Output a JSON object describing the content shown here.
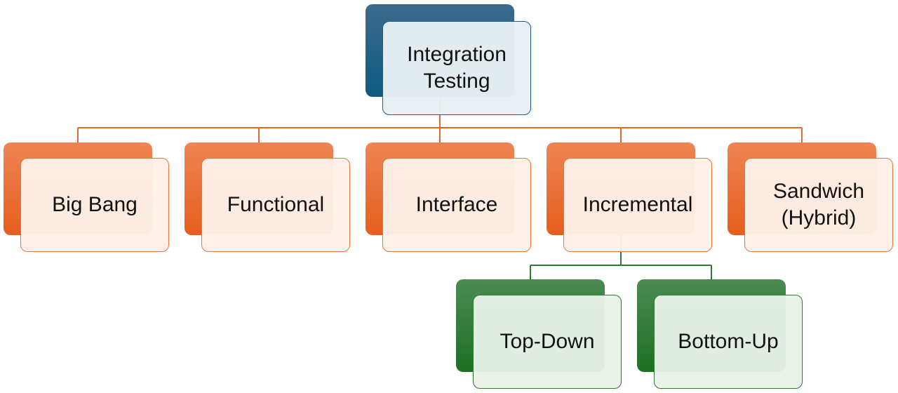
{
  "diagram": {
    "root": {
      "label": "Integration\nTesting",
      "color": "#0d5a82"
    },
    "level1": [
      {
        "label": "Big Bang",
        "color": "#e55e1c"
      },
      {
        "label": "Functional",
        "color": "#e55e1c"
      },
      {
        "label": "Interface",
        "color": "#e55e1c"
      },
      {
        "label": "Incremental",
        "color": "#e55e1c"
      },
      {
        "label": "Sandwich\n(Hybrid)",
        "color": "#e55e1c"
      }
    ],
    "level2": [
      {
        "label": "Top-Down",
        "color": "#1e6f24"
      },
      {
        "label": "Bottom-Up",
        "color": "#1e6f24"
      }
    ],
    "connector_colors": {
      "root_to_level1": "#e06a2e",
      "incremental_to_level2": "#2e7b33"
    }
  }
}
